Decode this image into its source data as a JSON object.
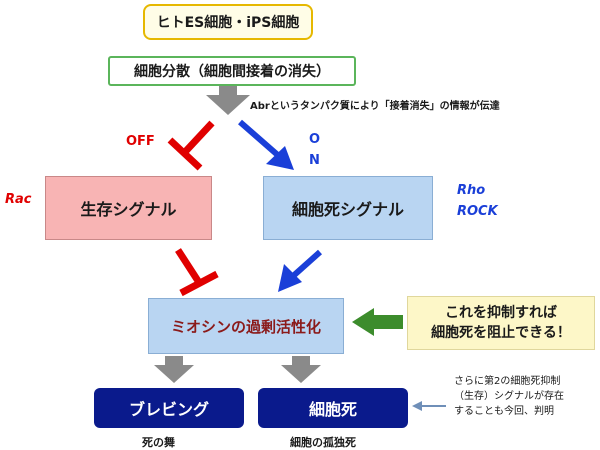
{
  "nodes": {
    "top": "ヒトES細胞・iPS細胞",
    "dissociation": "細胞分散（細胞間接着の消失）",
    "survival": "生存シグナル",
    "death_signal": "細胞死シグナル",
    "myosin": "ミオシンの過剰活性化",
    "blebbing": "ブレビング",
    "cell_death": "細胞死"
  },
  "labels": {
    "abr_info": "Abrというタンパク質により「接着消失」の情報が伝達",
    "off": "OFF",
    "on_o": "O",
    "on_n": "N",
    "rac": "Rac",
    "rho": "Rho",
    "rock": "ROCK",
    "death_dance": "死の舞",
    "isolated_death": "細胞の孤独死"
  },
  "callouts": {
    "inhibit_line1": "これを抑制すれば",
    "inhibit_line2": "細胞死を阻止できる！",
    "note_line1": "さらに第2の細胞死抑制",
    "note_line2": "（生存）シグナルが存在",
    "note_line3": "することも今回、判明"
  },
  "colors": {
    "top_fill": "#fffde7",
    "top_border": "#e6b800",
    "dissociation_border": "#5bb55b",
    "survival_fill": "#f8b4b4",
    "death_fill": "#b9d5f2",
    "myosin_fill": "#b9d5f2",
    "myosin_text": "#8b1a1a",
    "result_fill": "#0a1a8c",
    "callout_fill": "#fdf7c8",
    "green_arrow": "#3c8c2c",
    "red": "#e00000",
    "blue": "#1a3fd8",
    "gray": "#8a8a8a"
  }
}
